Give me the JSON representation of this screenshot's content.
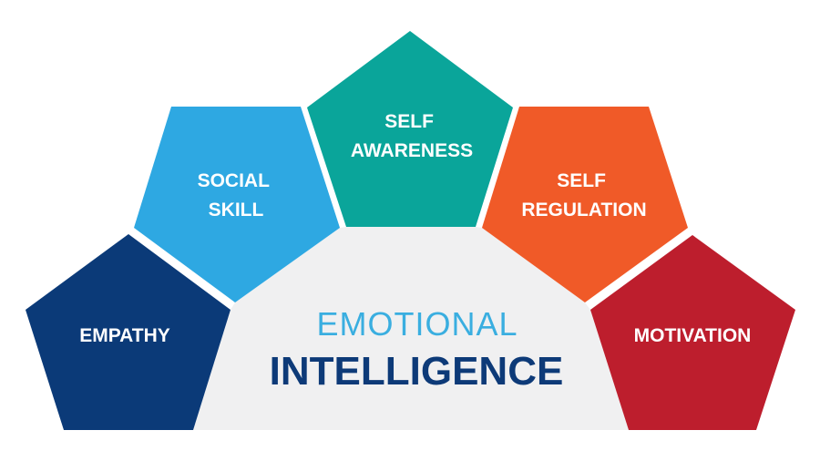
{
  "diagram": {
    "background_color": "#ffffff",
    "center": {
      "line1": "EMOTIONAL",
      "line2": "INTELLIGENCE",
      "line1_color": "#3aaee0",
      "line2_color": "#0d3a78",
      "fill": "#f0f0f1"
    },
    "pentagons": [
      {
        "id": "empathy",
        "lines": [
          "EMPATHY"
        ],
        "color": "#0b3a78"
      },
      {
        "id": "social-skill",
        "lines": [
          "SOCIAL",
          "SKILL"
        ],
        "color": "#2ea8e2"
      },
      {
        "id": "self-awareness",
        "lines": [
          "SELF",
          "AWARENESS"
        ],
        "color": "#0aa59a"
      },
      {
        "id": "self-regulation",
        "lines": [
          "SELF",
          "REGULATION"
        ],
        "color": "#f05a28"
      },
      {
        "id": "motivation",
        "lines": [
          "MOTIVATION"
        ],
        "color": "#bd1e2d"
      }
    ]
  }
}
